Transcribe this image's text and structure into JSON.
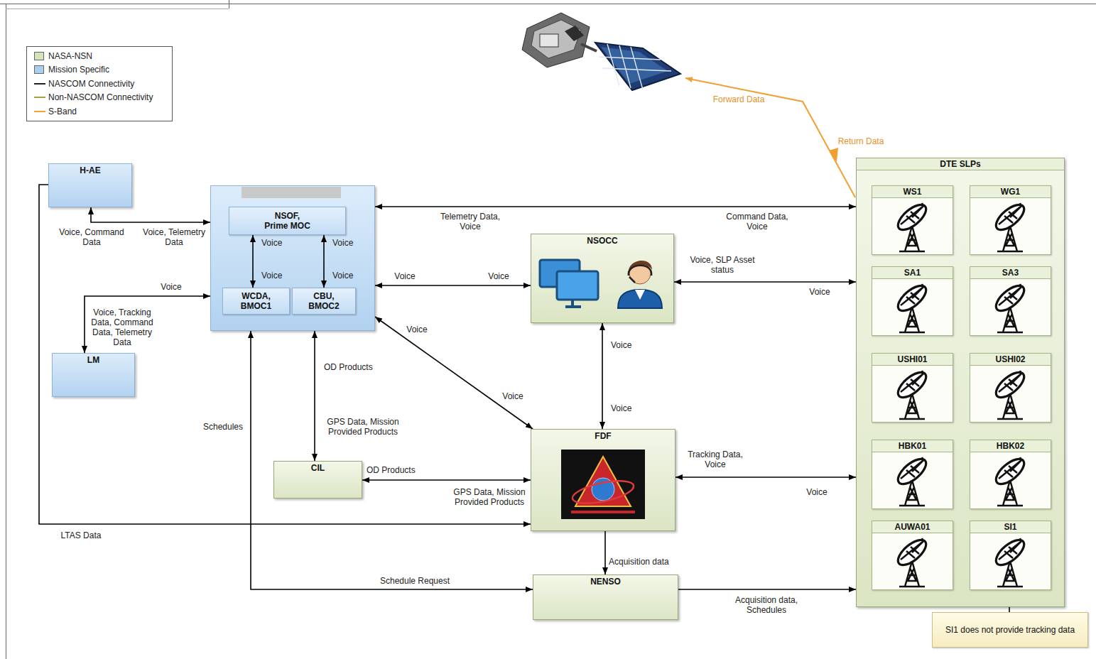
{
  "diagram": {
    "nodes": [
      {
        "text": [
          "H-AE"
        ]
      },
      {
        "text": []
      },
      {
        "text": [
          "NSOF, Prime MOC"
        ],
        "in": 1
      },
      {
        "text": [
          "WCDA, BMOC1"
        ],
        "in": 1
      },
      {
        "text": [
          "CBU, BMOC2"
        ],
        "in": 1
      },
      {
        "text": [
          "LM"
        ]
      },
      {
        "text": [
          "NSOCC"
        ]
      },
      {
        "text": [
          "CIL"
        ]
      },
      {
        "text": [
          "FDF"
        ]
      },
      {
        "text": [
          "NENSO"
        ]
      },
      {
        "text": [
          "DTE SLPs"
        ]
      },
      {
        "text": [
          "WS1"
        ],
        "in": 10
      },
      {
        "text": [
          "WG1"
        ],
        "in": 10
      },
      {
        "text": [
          "SA1"
        ],
        "in": 10
      },
      {
        "text": [
          "SA3"
        ],
        "in": 10
      },
      {
        "text": [
          "USHI01"
        ],
        "in": 10
      },
      {
        "text": [
          "USHI02"
        ],
        "in": 10
      },
      {
        "text": [
          "HBK01"
        ],
        "in": 10
      },
      {
        "text": [
          "HBK02"
        ],
        "in": 10
      },
      {
        "text": [
          "AUWA01"
        ],
        "in": 10
      },
      {
        "text": [
          "SI1"
        ],
        "in": 10
      },
      {
        "text": [
          "SI1 does not provide tracking data"
        ]
      }
    ],
    "edges": [
      {
        "from": 0,
        "to": 1,
        "arrow": "both",
        "label": "Voice, Command Data"
      },
      {
        "from": 2,
        "to": 3,
        "arrow": "both",
        "label": "Voice"
      },
      {
        "from": 2,
        "to": 4,
        "arrow": "both",
        "label": "Voice"
      },
      {
        "from": 5,
        "to": 1,
        "arrow": "both",
        "label": "Voice, Tracking Data, Command Data, Telemetry Data"
      },
      {
        "from": 1,
        "to": 10,
        "arrow": "both",
        "label": "Telemetry Data, Voice"
      },
      {
        "from": 1,
        "to": 6,
        "arrow": "both",
        "label": "Voice"
      },
      {
        "from": 6,
        "to": 10,
        "arrow": "both",
        "label": "Voice, SLP Asset status"
      },
      {
        "from": 1,
        "to": 8,
        "arrow": "both",
        "label": "Voice"
      },
      {
        "from": 1,
        "to": 7,
        "arrow": "both",
        "label": "OD Products"
      },
      {
        "from": 6,
        "to": 8,
        "arrow": "both",
        "label": "Voice"
      },
      {
        "from": 7,
        "to": 8,
        "arrow": "both",
        "label": "OD Products"
      },
      {
        "from": 8,
        "to": 10,
        "arrow": "both",
        "label": "Tracking Data, Voice"
      },
      {
        "from": 0,
        "to": 8,
        "arrow": "to",
        "label": "LTAS Data"
      },
      {
        "from": 1,
        "to": 9,
        "arrow": "both",
        "label": "Schedule Request"
      },
      {
        "from": 8,
        "to": 9,
        "arrow": "to",
        "label": "Acquisition data"
      },
      {
        "from": 9,
        "to": 10,
        "arrow": "to",
        "label": "Acquisition data, Schedules"
      },
      {
        "from": 21,
        "to": 20,
        "arrow": "none"
      }
    ],
    "labels": [
      "Voice, Telemetry Data",
      "Voice",
      "Voice",
      "Voice",
      "Command Data, Voice",
      "Voice",
      "Voice",
      "Voice",
      "GPS Data, Mission Provided Products",
      "Voice",
      "GPS Data, Mission Provided Products",
      "Voice",
      "Schedules",
      "Forward Data",
      "Return Data"
    ],
    "legend": [
      {
        "text": "NASA-NSN",
        "color": "#d5e3bd"
      },
      {
        "text": "Mission Specific",
        "color": "#a8cef0"
      },
      {
        "text": "NASCOM Connectivity"
      },
      {
        "text": "Non-NASCOM Connectivity"
      },
      {
        "text": "S-Band"
      }
    ]
  }
}
